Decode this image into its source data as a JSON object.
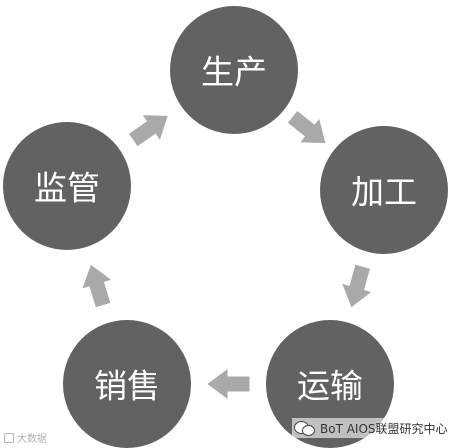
{
  "nodes": [
    {
      "id": "production",
      "label": "生产"
    },
    {
      "id": "processing",
      "label": "加工"
    },
    {
      "id": "transport",
      "label": "运输"
    },
    {
      "id": "sales",
      "label": "销售"
    },
    {
      "id": "supervision",
      "label": "监管"
    }
  ],
  "edges": [
    {
      "from": "production",
      "to": "processing"
    },
    {
      "from": "processing",
      "to": "transport"
    },
    {
      "from": "transport",
      "to": "sales"
    },
    {
      "from": "sales",
      "to": "supervision"
    },
    {
      "from": "supervision",
      "to": "production"
    }
  ],
  "colors": {
    "node_fill": "#626262",
    "node_text": "#ffffff",
    "arrow_fill": "#a9a9a9",
    "background": "#ffffff"
  },
  "watermarks": {
    "left_text": "大数据",
    "right_text": "BoT AIOS联盟研究中心",
    "right_icon": "wechat-icon"
  }
}
